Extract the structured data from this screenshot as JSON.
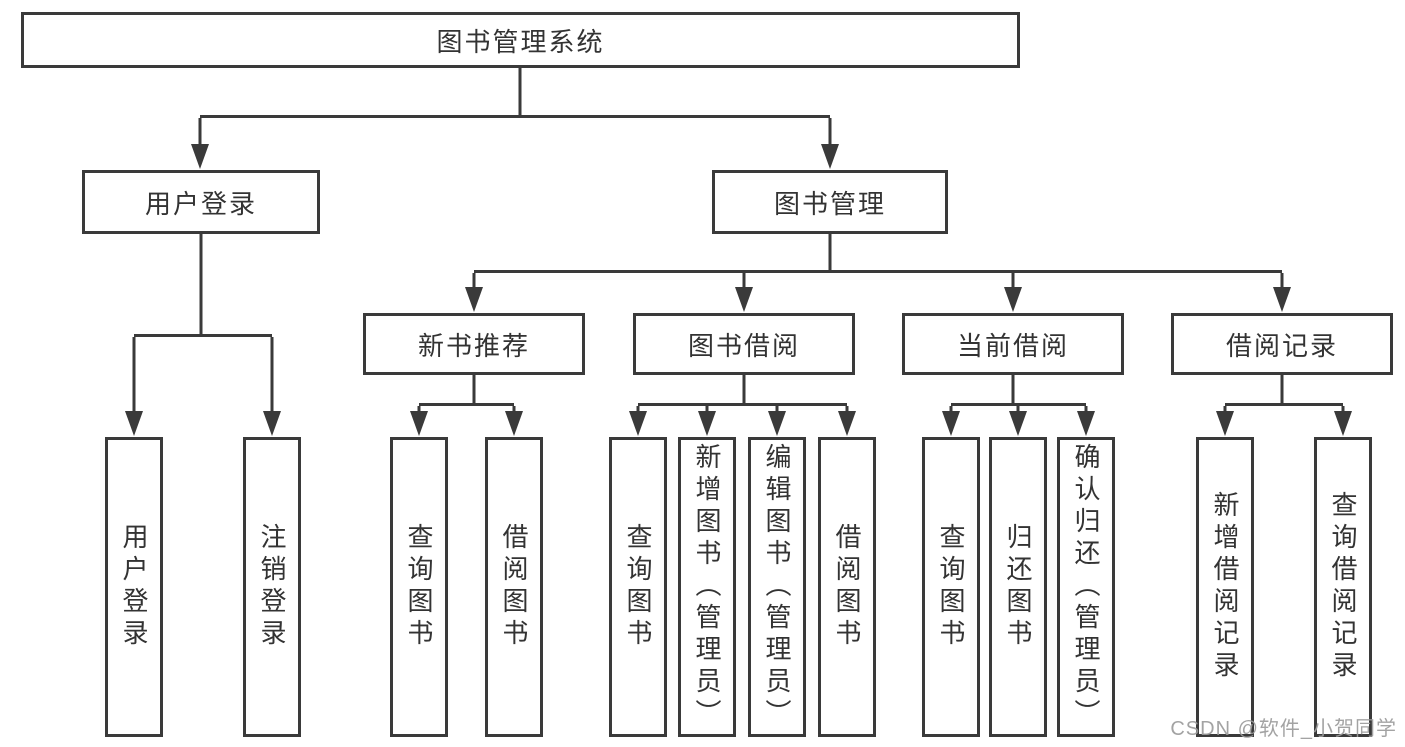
{
  "tree": {
    "root": {
      "label": "图书管理系统",
      "children": [
        {
          "label": "用户登录",
          "children": [
            {
              "label": "用户登录"
            },
            {
              "label": "注销登录"
            }
          ]
        },
        {
          "label": "图书管理",
          "children": [
            {
              "label": "新书推荐",
              "children": [
                {
                  "label": "查询图书"
                },
                {
                  "label": "借阅图书"
                }
              ]
            },
            {
              "label": "图书借阅",
              "children": [
                {
                  "label": "查询图书"
                },
                {
                  "label": "新增图书（管理员）"
                },
                {
                  "label": "编辑图书（管理员）"
                },
                {
                  "label": "借阅图书"
                }
              ]
            },
            {
              "label": "当前借阅",
              "children": [
                {
                  "label": "查询图书"
                },
                {
                  "label": "归还图书"
                },
                {
                  "label": "确认归还（管理员）"
                }
              ]
            },
            {
              "label": "借阅记录",
              "children": [
                {
                  "label": "新增借阅记录"
                },
                {
                  "label": "查询借阅记录"
                }
              ]
            }
          ]
        }
      ]
    }
  },
  "watermark": {
    "text": "CSDN @软件_小贺同学"
  },
  "colors": {
    "line": "#3a3a3a",
    "text": "#333333",
    "box_background": "#ffffff",
    "watermark": "#9b9b9b",
    "background": "#ffffff"
  }
}
